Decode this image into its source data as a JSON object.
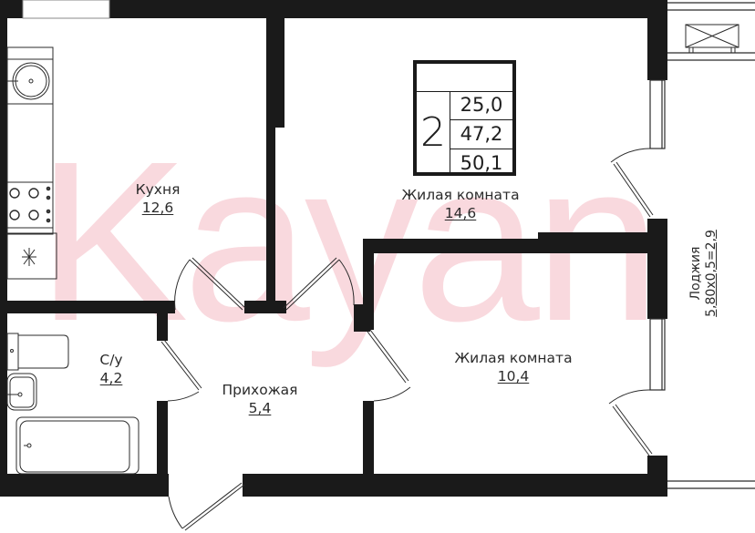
{
  "watermark": {
    "text": "Kayan",
    "color": "#f9d9de"
  },
  "colors": {
    "wall": "#1a1a1a",
    "line": "#2b2b2b",
    "background": "#ffffff"
  },
  "summary_badge": {
    "room_count": "2",
    "living_area": "25,0",
    "total_area": "47,2",
    "total_with_loggia": "50,1"
  },
  "rooms": [
    {
      "id": "kitchen",
      "name": "Кухня",
      "area": "12,6"
    },
    {
      "id": "living-room-1",
      "name": "Жилая комната",
      "area": "14,6"
    },
    {
      "id": "living-room-2",
      "name": "Жилая комната",
      "area": "10,4"
    },
    {
      "id": "bathroom",
      "name": "С/у",
      "area": "4,2"
    },
    {
      "id": "hallway",
      "name": "Прихожая",
      "area": "5,4"
    },
    {
      "id": "loggia",
      "name": "Лоджия",
      "area": "5,80x0,5=2,9"
    }
  ],
  "fixtures": [
    "sink-icon",
    "stove-icon",
    "fridge-icon",
    "toilet-icon",
    "washbasin-icon",
    "bathtub-icon",
    "air-conditioner-icon"
  ]
}
